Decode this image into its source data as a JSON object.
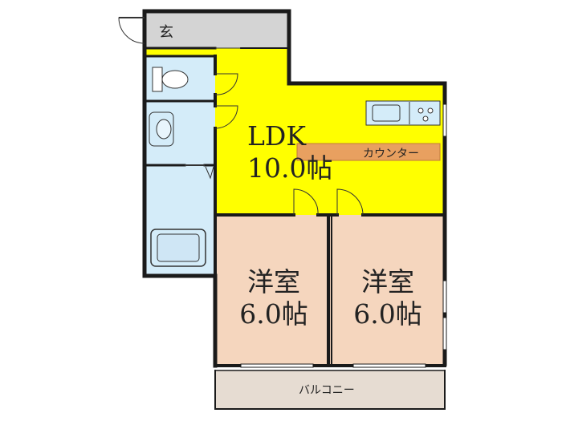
{
  "rooms": {
    "entrance": {
      "label": "玄"
    },
    "ldk": {
      "label": "LDK",
      "size": "10.0帖"
    },
    "counter": {
      "label": "カウンター"
    },
    "western_room_1": {
      "label": "洋室",
      "size": "6.0帖"
    },
    "western_room_2": {
      "label": "洋室",
      "size": "6.0帖"
    },
    "balcony": {
      "label": "バルコニー"
    }
  },
  "colors": {
    "ldk": "#ffff00",
    "western_room": "#f5d6be",
    "entrance": "#d4d4d4",
    "water_area": "#d4ecf9",
    "counter": "#e8a060",
    "balcony": "#e6dcd2",
    "wall": "#1a1a1a"
  }
}
